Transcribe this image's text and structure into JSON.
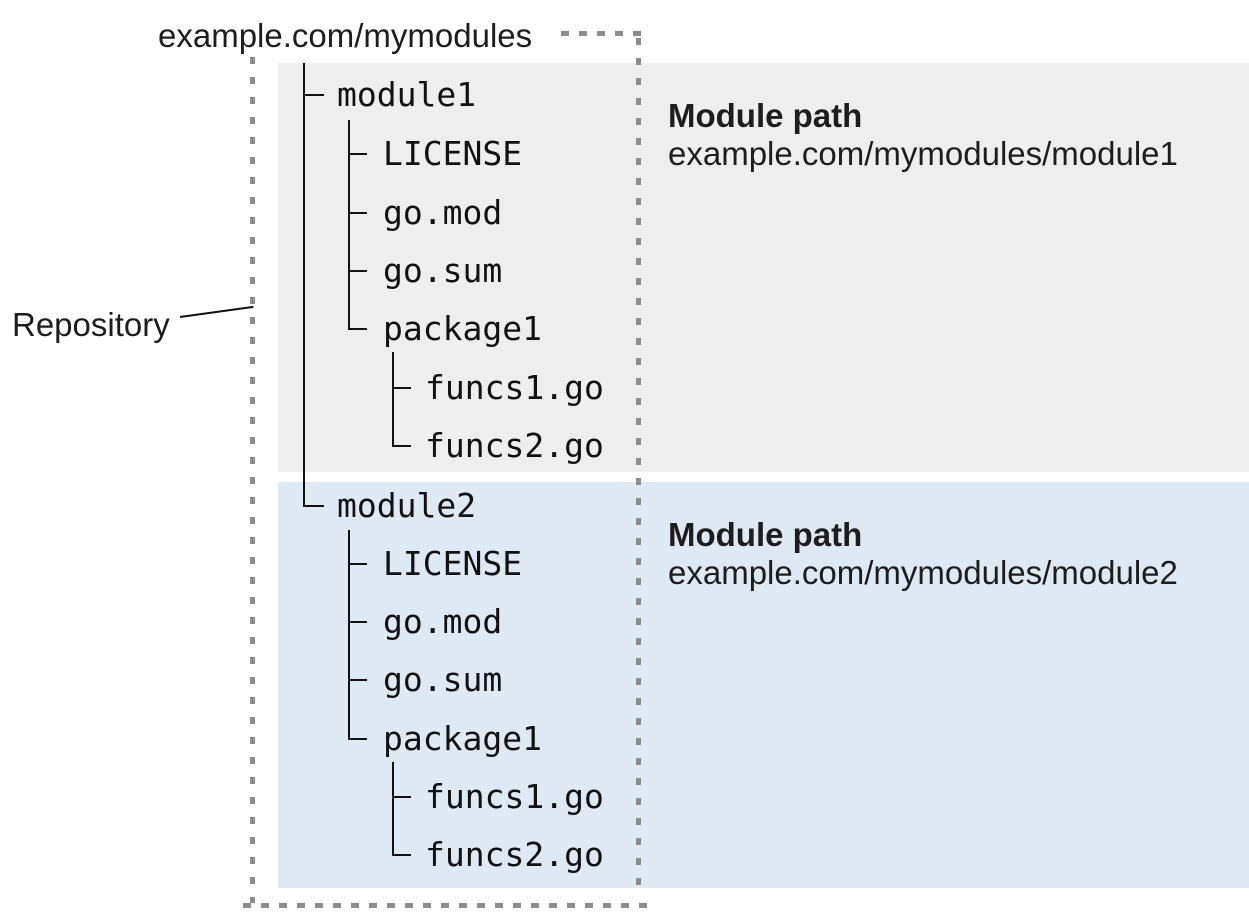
{
  "title": "example.com/mymodules",
  "repository_label": "Repository",
  "modules": [
    {
      "name": "module1",
      "files": [
        "LICENSE",
        "go.mod",
        "go.sum"
      ],
      "package_name": "package1",
      "package_files": [
        "funcs1.go",
        "funcs2.go"
      ],
      "heading": "Module path",
      "module_path": "example.com/mymodules/module1"
    },
    {
      "name": "module2",
      "files": [
        "LICENSE",
        "go.mod",
        "go.sum"
      ],
      "package_name": "package1",
      "package_files": [
        "funcs1.go",
        "funcs2.go"
      ],
      "heading": "Module path",
      "module_path": "example.com/mymodules/module2"
    }
  ],
  "colors": {
    "module1_panel_bg": "#eeeeee",
    "module2_panel_bg": "#dfe9f3",
    "dotted_border": "#8c8c8c",
    "tree_line": "#111111",
    "text": "#1d1d1d",
    "background": "#ffffff"
  }
}
